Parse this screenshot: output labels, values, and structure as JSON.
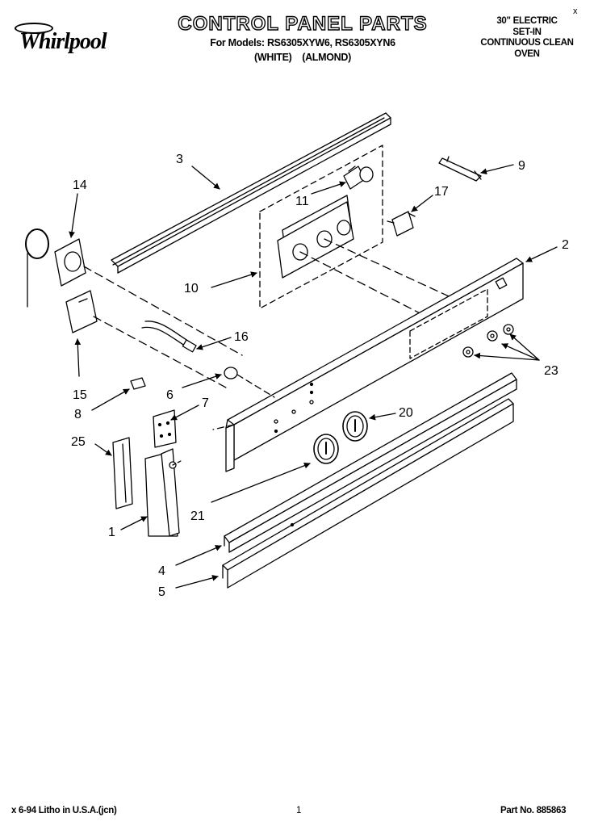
{
  "header": {
    "brand": "Whirlpool",
    "title": "CONTROL PANEL PARTS",
    "models_line": "For Models: RS6305XYW6, RS6305XYN6",
    "colors_line": "(WHITE)    (ALMOND)",
    "product_desc": [
      "30\" ELECTRIC",
      "SET-IN",
      "CONTINUOUS CLEAN",
      "OVEN"
    ],
    "corner_mark": "x"
  },
  "callouts": [
    {
      "label": "3"
    },
    {
      "label": "14"
    },
    {
      "label": "11"
    },
    {
      "label": "17"
    },
    {
      "label": "9"
    },
    {
      "label": "2"
    },
    {
      "label": "10"
    },
    {
      "label": "16"
    },
    {
      "label": "23"
    },
    {
      "label": "15"
    },
    {
      "label": "6"
    },
    {
      "label": "7"
    },
    {
      "label": "8"
    },
    {
      "label": "20"
    },
    {
      "label": "25"
    },
    {
      "label": "1"
    },
    {
      "label": "21"
    },
    {
      "label": "4"
    },
    {
      "label": "5"
    }
  ],
  "footer": {
    "left": "x 6-94 Litho in U.S.A.(jcn)",
    "center": "1",
    "right": "Part No. 885863"
  }
}
